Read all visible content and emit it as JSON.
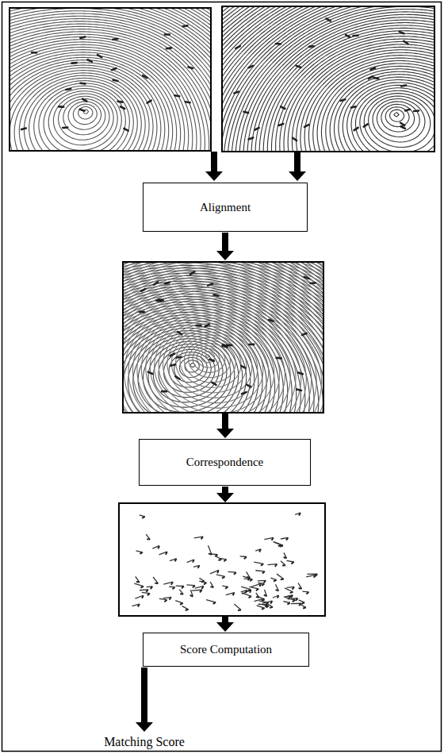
{
  "diagram": {
    "nodes": [
      {
        "text": [
          "Alignment"
        ]
      },
      {
        "text": [
          "Correspondence"
        ]
      },
      {
        "text": [
          "Score Computation"
        ]
      }
    ],
    "labels": [
      "Matching Score"
    ]
  }
}
